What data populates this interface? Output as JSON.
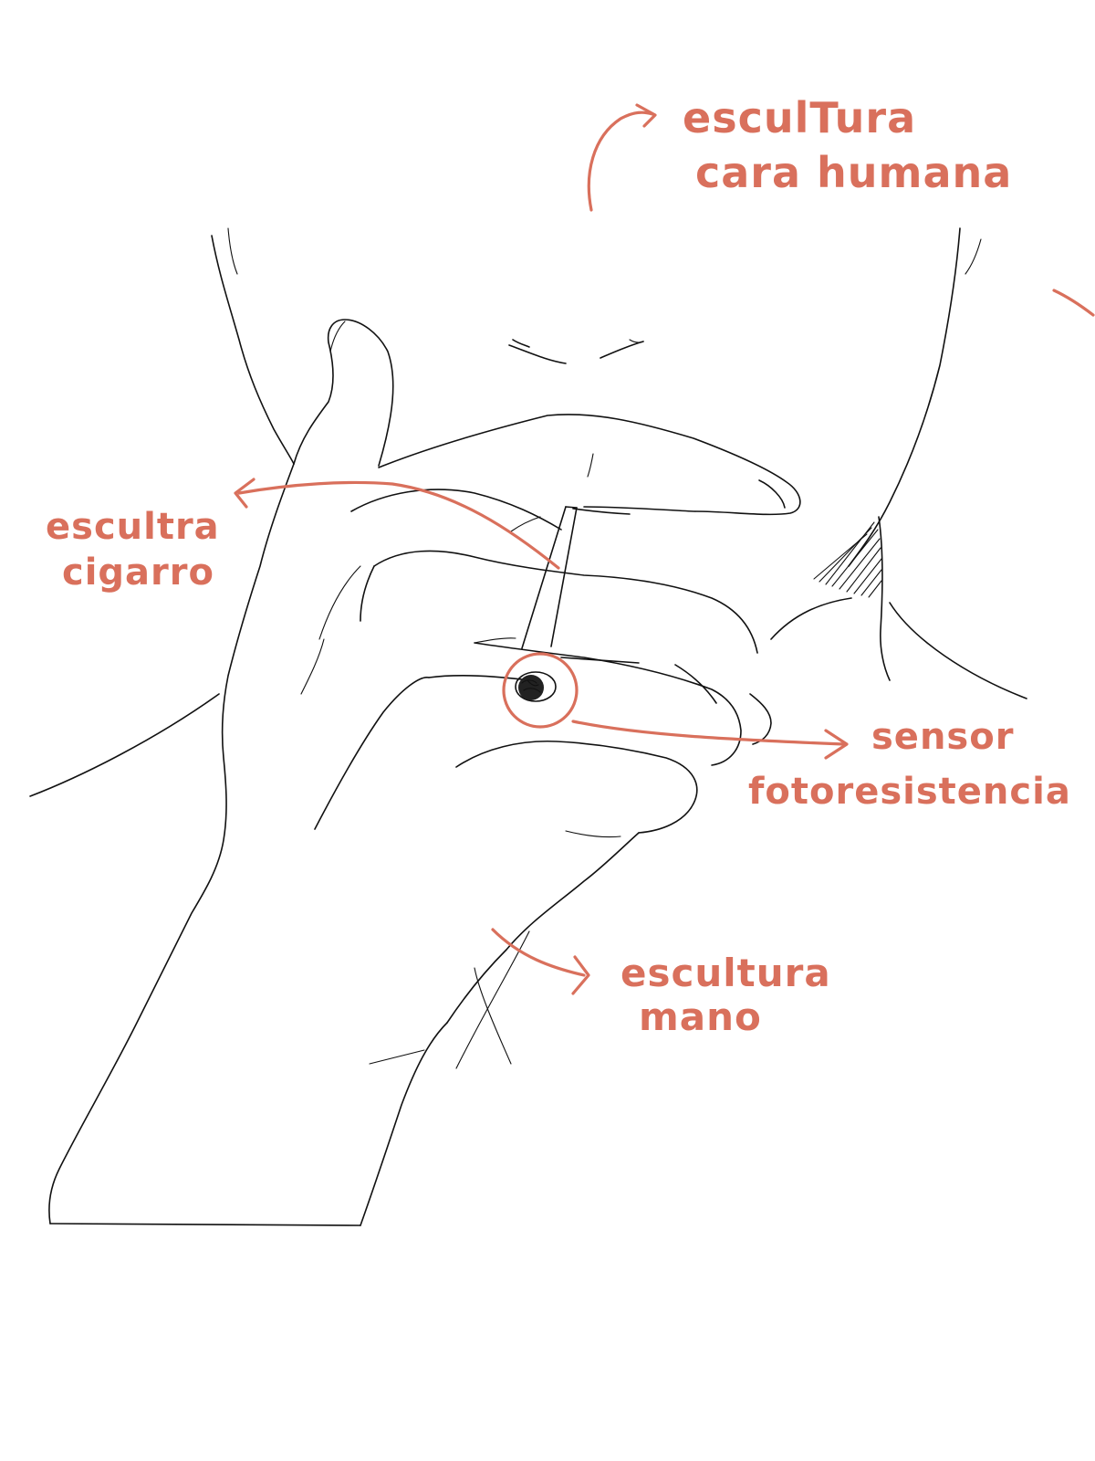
{
  "colors": {
    "accent": "#d9705c",
    "ink": "#111111",
    "background": "#ffffff"
  },
  "labels": {
    "face": [
      "esculTura",
      "cara humana"
    ],
    "cigar": [
      "escultra",
      "cigarro"
    ],
    "sensor": [
      "sensor",
      "fotoresistencia"
    ],
    "hand": [
      "escultura",
      "mano"
    ]
  }
}
